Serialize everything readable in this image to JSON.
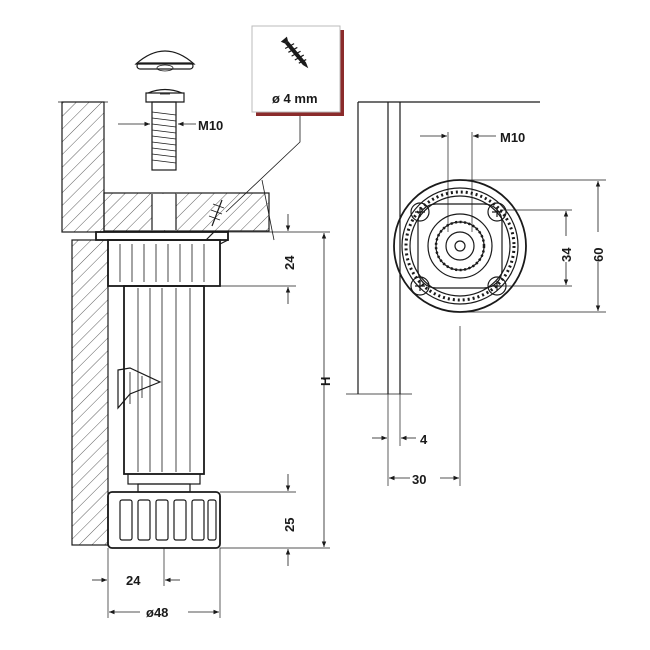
{
  "screw_callout": {
    "label": "ø 4 mm"
  },
  "side_view": {
    "bolt_label": "M10",
    "dim_top_height": "24",
    "dim_bottom_height": "25",
    "dim_total_height": "H",
    "dim_half_width": "24",
    "dim_base_diameter": "ø48"
  },
  "top_view": {
    "bolt_label": "M10",
    "dim_inner_diameter": "34",
    "dim_outer_diameter": "60",
    "dim_offset": "4",
    "dim_center_offset": "30"
  },
  "colors": {
    "ink": "#1a1a1a",
    "callout_shadow": "#8b2b2b",
    "part_fill": "#ffffff"
  }
}
